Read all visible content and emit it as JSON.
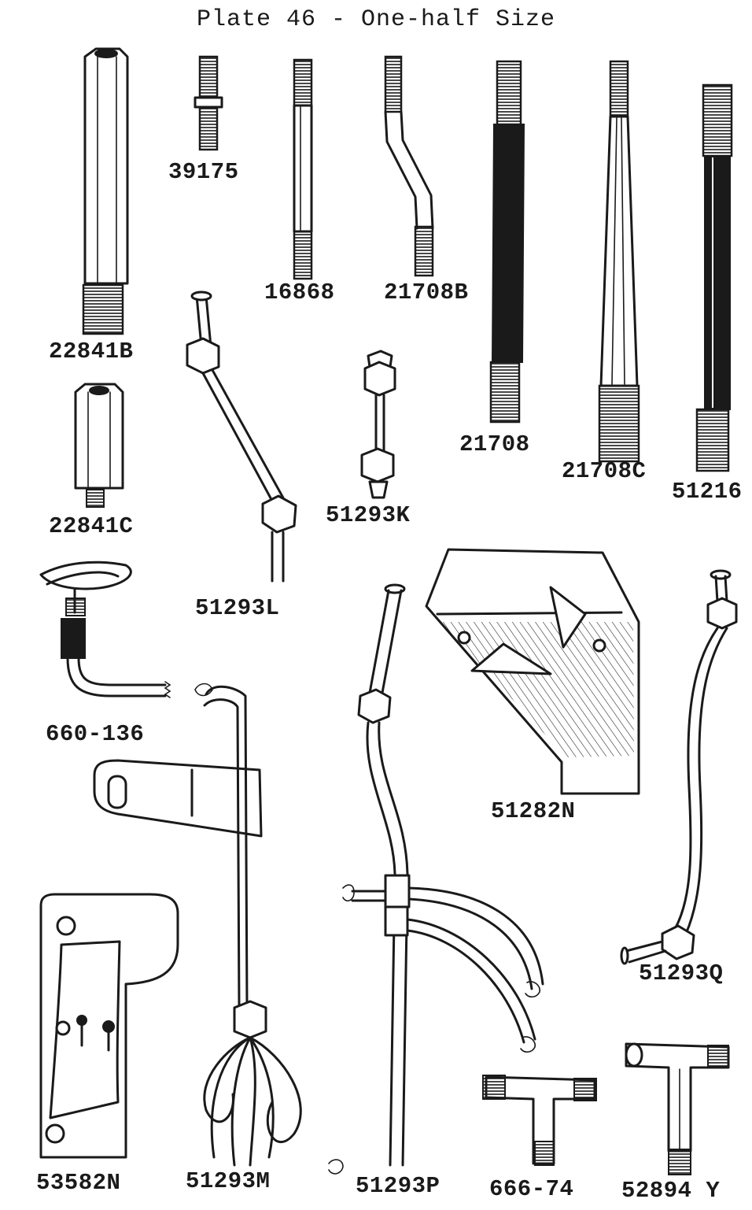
{
  "plate": {
    "title": "Plate 46 - One-half Size"
  },
  "parts": [
    {
      "id": "22841B",
      "label": "22841B"
    },
    {
      "id": "39175",
      "label": "39175"
    },
    {
      "id": "16868",
      "label": "16868"
    },
    {
      "id": "21708B",
      "label": "21708B"
    },
    {
      "id": "21708",
      "label": "21708"
    },
    {
      "id": "21708C",
      "label": "21708C"
    },
    {
      "id": "51216",
      "label": "51216"
    },
    {
      "id": "22841C",
      "label": "22841C"
    },
    {
      "id": "51293L",
      "label": "51293L"
    },
    {
      "id": "51293K",
      "label": "51293K"
    },
    {
      "id": "660-136",
      "label": "660-136"
    },
    {
      "id": "51282N",
      "label": "51282N"
    },
    {
      "id": "51293Q",
      "label": "51293Q"
    },
    {
      "id": "53582N",
      "label": "53582N"
    },
    {
      "id": "51293M",
      "label": "51293M"
    },
    {
      "id": "51293P",
      "label": "51293P"
    },
    {
      "id": "666-74",
      "label": "666-74"
    },
    {
      "id": "52894Y",
      "label": "52894 Y"
    }
  ]
}
